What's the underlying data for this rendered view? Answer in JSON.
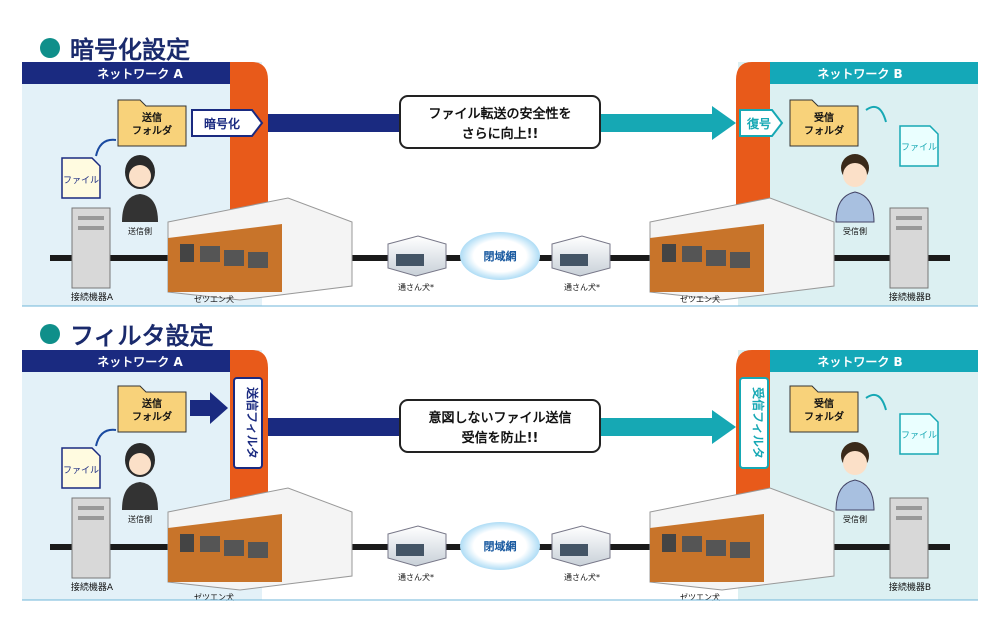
{
  "sections": [
    {
      "title": "暗号化設定",
      "network_a": "ネットワーク A",
      "network_b": "ネットワーク B",
      "send_folder": [
        "送信",
        "フォルダ"
      ],
      "recv_folder": [
        "受信",
        "フォルダ"
      ],
      "left_action": "暗号化",
      "right_action": "復号",
      "message": [
        "ファイル転送の安全性を",
        "さらに向上!!"
      ],
      "file_left": "ファイル",
      "file_right": "ファイル",
      "sender": "送信側",
      "receiver": "受信側",
      "device_a": "接続機器A",
      "device_b": "接続機器B",
      "zetsuen_left": "ゼツエン犬",
      "zetsuen_right": "ゼツエン犬",
      "tsusan_left": "通さん犬*",
      "tsusan_right": "通さん犬*",
      "closed_net": "閉域網"
    },
    {
      "title": "フィルタ設定",
      "network_a": "ネットワーク A",
      "network_b": "ネットワーク B",
      "send_folder": [
        "送信",
        "フォルダ"
      ],
      "recv_folder": [
        "受信",
        "フォルダ"
      ],
      "left_action": "送信フィルタ",
      "right_action": "受信フィルタ",
      "message": [
        "意図しないファイル送信",
        "受信を防止!!"
      ],
      "file_left": "ファイル",
      "file_right": "ファイル",
      "sender": "送信側",
      "receiver": "受信側",
      "device_a": "接続機器A",
      "device_b": "接続機器B",
      "zetsuen_left": "ゼツエン犬",
      "zetsuen_right": "ゼツエン犬",
      "tsusan_left": "通さん犬*",
      "tsusan_right": "通さん犬*",
      "closed_net": "閉域網"
    }
  ],
  "colors": {
    "network_a_header": "#1a2a80",
    "network_b_header": "#14a8b8",
    "network_a_bg": "#e3f1f8",
    "network_b_bg": "#dcf0f2",
    "orange_band": "#e85a1a",
    "navy_arrow": "#1a2a80",
    "teal_arrow": "#16a8b4",
    "folder": "#f8d27a"
  }
}
